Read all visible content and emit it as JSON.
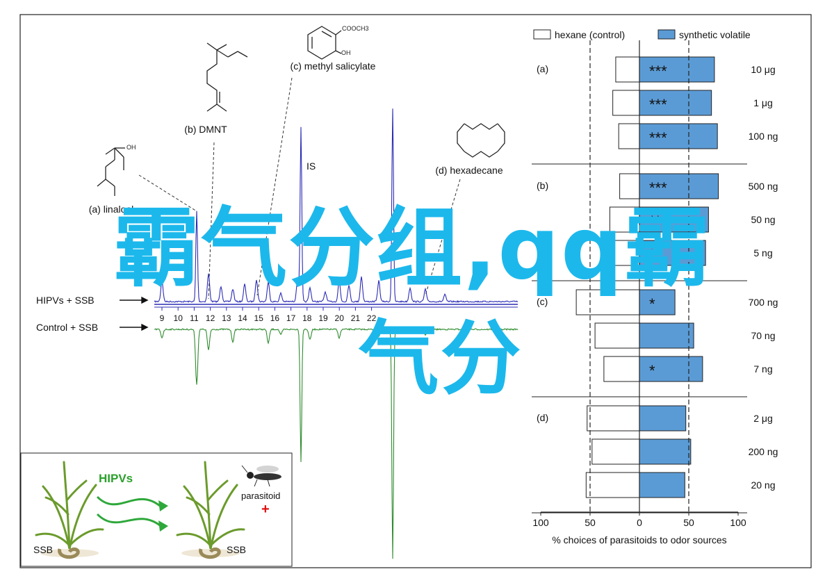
{
  "colors": {
    "bar_control": "#ffffff",
    "bar_synthetic": "#5b9bd5",
    "hipvs_trace": "#2b2bb5",
    "control_trace": "#2e8b2e",
    "overlay_text": "#1cb8ec",
    "hipvs_label": "#2ca02c",
    "plus_sign": "#e01010"
  },
  "chromatogram": {
    "peak_labels": {
      "linalool": "(a) linalool",
      "dmnt": "(b) DMNT",
      "methyl_salicylate": "(c) methyl salicylate",
      "hexadecane": "(d) hexadecane",
      "is": "IS"
    },
    "molecule_text": {
      "cooch3": "COOCH3",
      "oh": "OH"
    },
    "trace_labels": {
      "hipvs": "HIPVs + SSB",
      "control": "Control + SSB"
    },
    "x_ticks": [
      "9",
      "10",
      "11",
      "12",
      "13",
      "14",
      "15",
      "16",
      "17",
      "18",
      "19",
      "20",
      "21",
      "22"
    ]
  },
  "inset": {
    "hipvs": "HIPVs",
    "ssb_left": "SSB",
    "ssb_right": "SSB",
    "parasitoid": "parasitoid",
    "plus": "+"
  },
  "chart_data": {
    "type": "bar",
    "orientation": "horizontal-diverging",
    "legend": [
      {
        "name": "hexane (control)",
        "color": "#ffffff"
      },
      {
        "name": "synthetic volatile",
        "color": "#5b9bd5"
      }
    ],
    "legend_position": "top",
    "xlabel": "% choices of parasitoids to odor sources",
    "xlim": [
      -100,
      100
    ],
    "x_ticks": [
      "100",
      "50",
      "0",
      "50",
      "100"
    ],
    "reference_lines": [
      -50,
      50
    ],
    "groups": [
      {
        "label": "(a)",
        "rows": [
          {
            "dose": "10 μg",
            "control": 24,
            "synthetic": 76,
            "sig": "***"
          },
          {
            "dose": "1 μg",
            "control": 27,
            "synthetic": 73,
            "sig": "***"
          },
          {
            "dose": "100 ng",
            "control": 21,
            "synthetic": 79,
            "sig": "***"
          }
        ]
      },
      {
        "label": "(b)",
        "rows": [
          {
            "dose": "500 ng",
            "control": 20,
            "synthetic": 80,
            "sig": "***"
          },
          {
            "dose": "50 ng",
            "control": 30,
            "synthetic": 70,
            "sig": "***"
          },
          {
            "dose": "5 ng",
            "control": 33,
            "synthetic": 67,
            "sig": "*"
          }
        ]
      },
      {
        "label": "(c)",
        "rows": [
          {
            "dose": "700 ng",
            "control": 64,
            "synthetic": 36,
            "sig": "*"
          },
          {
            "dose": "70 ng",
            "control": 45,
            "synthetic": 55,
            "sig": ""
          },
          {
            "dose": "7 ng",
            "control": 36,
            "synthetic": 64,
            "sig": "*"
          }
        ]
      },
      {
        "label": "(d)",
        "rows": [
          {
            "dose": "2 μg",
            "control": 53,
            "synthetic": 47,
            "sig": ""
          },
          {
            "dose": "200 ng",
            "control": 48,
            "synthetic": 52,
            "sig": ""
          },
          {
            "dose": "20 ng",
            "control": 54,
            "synthetic": 46,
            "sig": ""
          }
        ]
      }
    ]
  },
  "overlay": {
    "line1": "霸气分组,qq霸",
    "line2": "气分"
  }
}
